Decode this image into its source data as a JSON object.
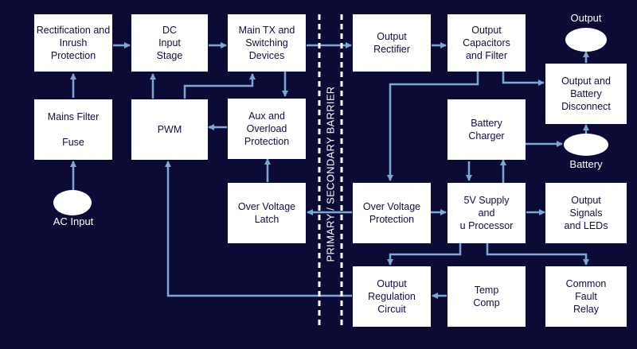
{
  "colors": {
    "background": "#0b0b36",
    "box_fill": "#ffffff",
    "box_text": "#10103a",
    "arrow": "#7fa6d4",
    "barrier": "#ffffff"
  },
  "blocks": {
    "rectification": "Rectification and Inrush\nProtection",
    "dc_input": "DC\nInput\nStage",
    "main_tx": "Main TX and\nSwitching\nDevices",
    "output_rectifier": "Output\nRectifier",
    "output_capacitors": "Output\nCapacitors\nand Filter",
    "mains_filter": "Mains Filter\n\nFuse",
    "pwm": "PWM",
    "aux_overload": "Aux and\nOverload\nProtection",
    "output_battery_disconnect": "Output and\nBattery\nDisconnect",
    "battery_charger": "Battery\nCharger",
    "over_voltage_latch": "Over Voltage\nLatch",
    "over_voltage_protection": "Over Voltage\nProtection",
    "supply_processor": "5V Supply\nand\nu Processor",
    "output_signals": "Output\nSignals\nand LEDs",
    "output_regulation": "Output\nRegulation\nCircuit",
    "temp_comp": "Temp\nComp",
    "common_fault_relay": "Common\nFault\nRelay"
  },
  "terminals": {
    "output": "Output",
    "battery": "Battery",
    "ac_input": "AC Input"
  },
  "barrier_label": "PRIMARY / SECONDARY BARRIER"
}
